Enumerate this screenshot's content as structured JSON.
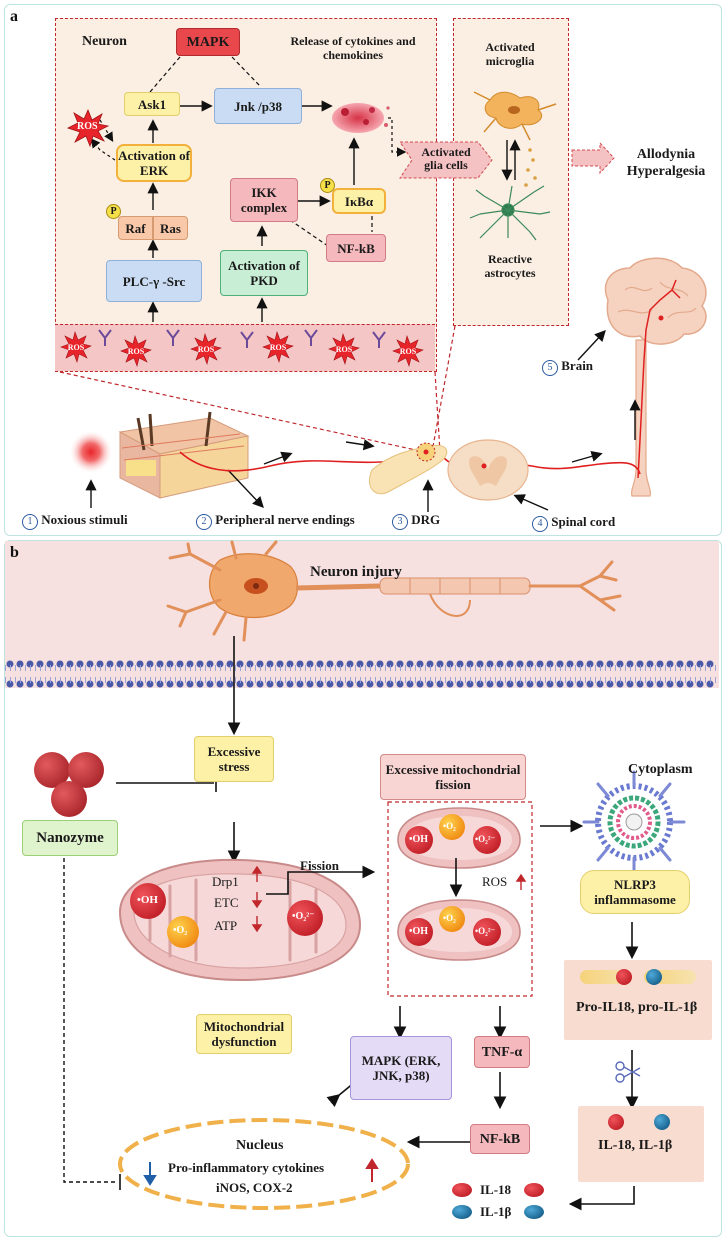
{
  "panel_a": {
    "label": "a",
    "neuron_title": "Neuron",
    "mapk": "MAPK",
    "release": "Release of cytokines and chemokines",
    "ask1": "Ask1",
    "jnk": "Jnk /p38",
    "ros": "ROS",
    "act_erk": "Activation of ERK",
    "p": "P",
    "raf": "Raf",
    "ras": "Ras",
    "plc": "PLC-γ -Src",
    "ikk": "IKK complex",
    "ikba": "IκBα",
    "act_pkd": "Activation of PKD",
    "nfkb": "NF-kB",
    "activated_glia": "Activated glia cells",
    "activated_microglia": "Activated microglia",
    "reactive_astrocytes": "Reactive astrocytes",
    "outcome": "Allodynia Hyperalgesia",
    "steps": [
      {
        "num": "1",
        "label": "Noxious stimuli"
      },
      {
        "num": "2",
        "label": "Peripheral nerve endings"
      },
      {
        "num": "3",
        "label": "DRG"
      },
      {
        "num": "4",
        "label": "Spinal cord"
      },
      {
        "num": "5",
        "label": "Brain"
      }
    ]
  },
  "panel_b": {
    "label": "b",
    "neuron_injury": "Neuron injury",
    "excessive_stress": "Excessive stress",
    "nanozyme": "Nanozyme",
    "mito_fission_box": "Excessive mitochondrial fission",
    "cytoplasm": "Cytoplasm",
    "fission": "Fission",
    "drp1": "Drp1",
    "etc": "ETC",
    "atp": "ATP",
    "oh": "•OH",
    "o2": "•O₂",
    "o2m": "•O₂²⁻",
    "ros": "ROS",
    "nlrp3": "NLRP3 inflammasome",
    "mito_dysfunction": "Mitochondrial dysfunction",
    "mapk": "MAPK (ERK, JNK, p38)",
    "tnfa": "TNF-α",
    "pro_il": "Pro-IL18, pro-IL-1β",
    "nfkb": "NF-kB",
    "il_pair": "IL-18, IL-1β",
    "nucleus": "Nucleus",
    "pro_inflam": "Pro-inflammatory cytokines",
    "inos": "iNOS, COX-2",
    "il18": "IL-18",
    "il1b": "IL-1β"
  },
  "colors": {
    "panel_bg": "#fbeee6",
    "panel_b_band": "#f6e0e0",
    "mapk_red": "#e8474c",
    "blue_box": "#c9dcf3",
    "yellow_box": "#fdf1a8",
    "orange_box": "#f8c8a8",
    "green_box": "#c9eed6",
    "pink_box": "#f5b8bd",
    "purple_box": "#e4dcf7",
    "arrow_red": "#c0262b"
  }
}
